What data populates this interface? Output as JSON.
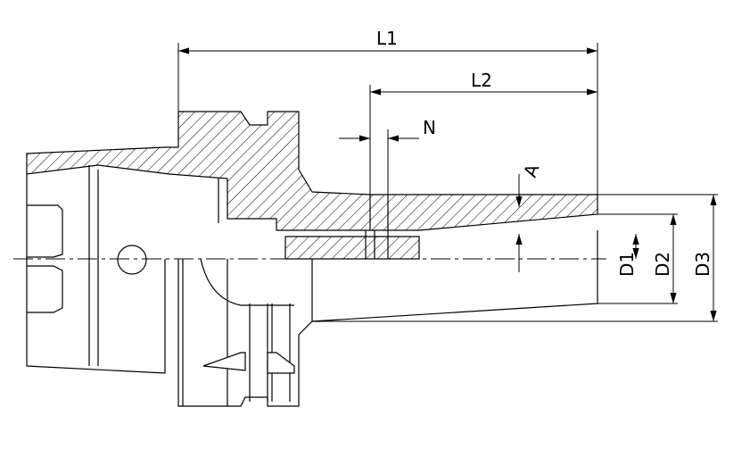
{
  "drawing": {
    "stroke_color": "#000000",
    "background": "#ffffff",
    "labels": {
      "L1": "L1",
      "L2": "L2",
      "N": "N",
      "A": "A",
      "D1": "D1",
      "D2": "D2",
      "D3": "D3"
    }
  }
}
